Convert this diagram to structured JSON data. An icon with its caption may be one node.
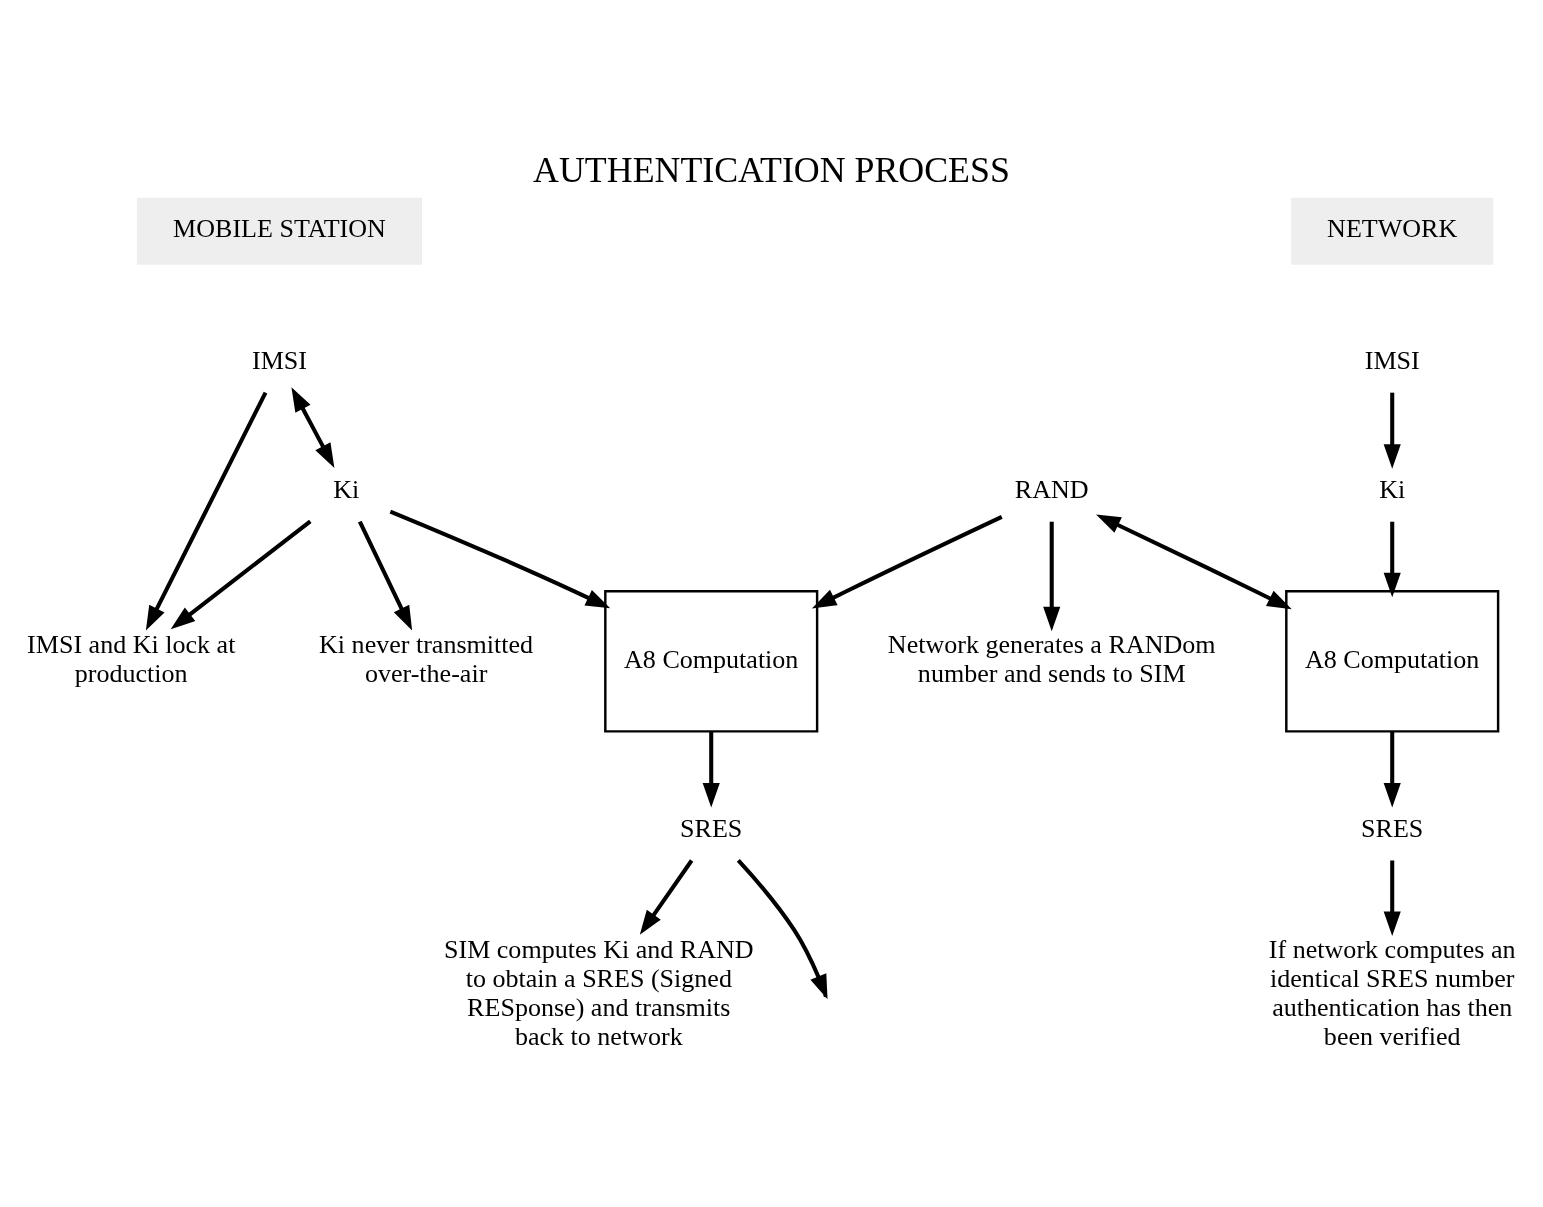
{
  "diagram": {
    "title": "AUTHENTICATION PROCESS",
    "nodes": [
      {
        "text": [
          "MOBILE STATION"
        ]
      },
      {
        "text": [
          "NETWORK"
        ]
      },
      {
        "text": [
          "IMSI"
        ]
      },
      {
        "text": [
          "IMSI and Ki lock at production"
        ]
      },
      {
        "text": [
          "Ki"
        ]
      },
      {
        "text": [
          "Ki never transmitted over-the-air"
        ]
      },
      {
        "text": [
          "Network generates a RANDom number and sends to SIM"
        ]
      },
      {
        "text": [
          "RAND"
        ]
      },
      {
        "text": [
          "A8 Computation"
        ]
      },
      {
        "text": [
          "SRES"
        ]
      },
      {
        "text": [
          "SIM computes Ki and RAND to obtain a SRES (Signed RESponse) and transmits back to network"
        ]
      },
      {
        "text": [
          "IMSI"
        ]
      },
      {
        "text": [
          "Ki"
        ]
      },
      {
        "text": [
          "A8 Computation"
        ]
      },
      {
        "text": [
          "SRES"
        ]
      },
      {
        "text": [
          "If network computes an identical SRES number authentication has then been verified"
        ]
      }
    ],
    "edges": [
      {
        "from": 2,
        "to": 3,
        "arrow": "to"
      },
      {
        "from": 2,
        "to": 4,
        "arrow": "both"
      },
      {
        "from": 4,
        "to": 3,
        "arrow": "to"
      },
      {
        "from": 4,
        "to": 5,
        "arrow": "to"
      },
      {
        "from": 4,
        "to": 8,
        "arrow": "to"
      },
      {
        "from": 7,
        "to": 6,
        "arrow": "to"
      },
      {
        "from": 7,
        "to": 8,
        "arrow": "to"
      },
      {
        "from": 8,
        "to": 9,
        "arrow": "to"
      },
      {
        "from": 9,
        "to": null,
        "arrow": "to"
      },
      {
        "from": 9,
        "to": 10,
        "arrow": "to"
      },
      {
        "from": 11,
        "to": 12,
        "arrow": "to"
      },
      {
        "from": 7,
        "to": 13,
        "arrow": "both"
      },
      {
        "from": 12,
        "to": 13,
        "arrow": "to"
      },
      {
        "from": 13,
        "to": 14,
        "arrow": "to"
      },
      {
        "from": 14,
        "to": 15,
        "arrow": "to"
      }
    ]
  }
}
